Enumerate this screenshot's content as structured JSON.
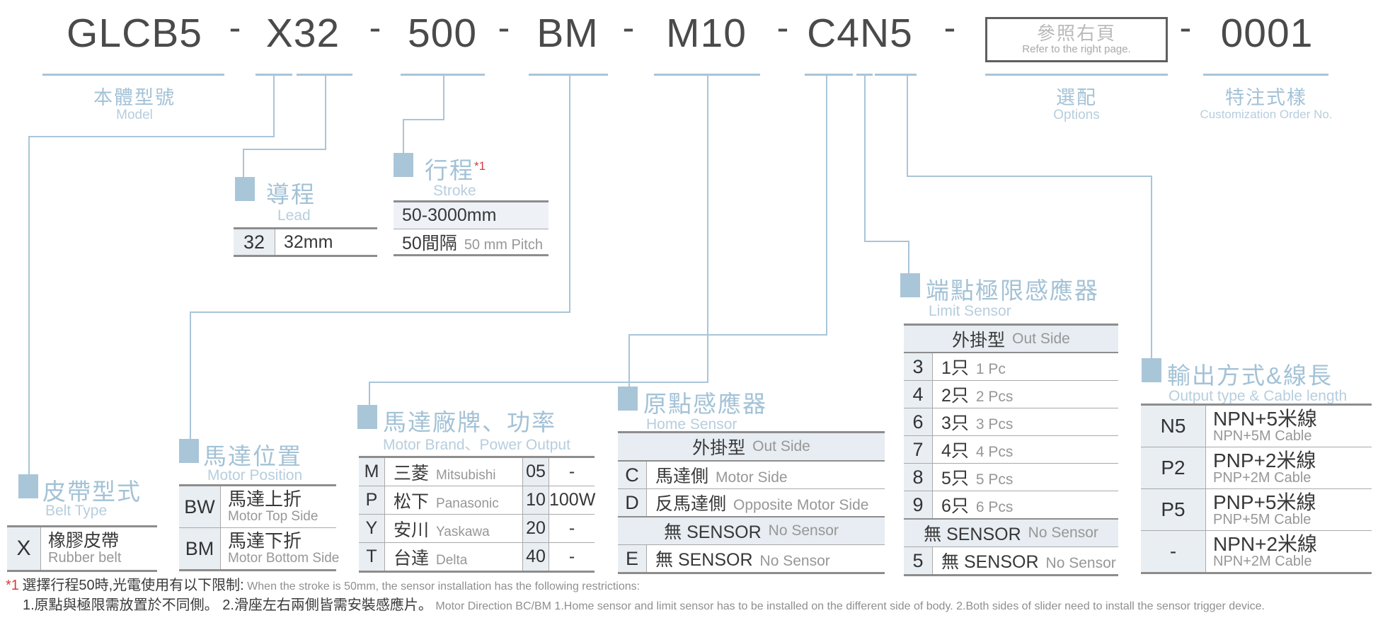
{
  "title": {
    "segments": [
      "GLCB5",
      "X32",
      "500",
      "BM",
      "M10",
      "C4N5",
      "0001"
    ],
    "separator": "-",
    "options_box": {
      "zh": "參照右頁",
      "en": "Refer to the right page."
    }
  },
  "top_labels": {
    "model": {
      "zh": "本體型號",
      "en": "Model"
    },
    "options": {
      "zh": "選配",
      "en": "Options"
    },
    "custom": {
      "zh": "特注式樣",
      "en": "Customization Order No."
    }
  },
  "sections": {
    "belt_type": {
      "zh": "皮帶型式",
      "en": "Belt Type",
      "rows": [
        {
          "code": "X",
          "zh": "橡膠皮帶",
          "en": "Rubber belt"
        }
      ]
    },
    "motor_position": {
      "zh": "馬達位置",
      "en": "Motor Position",
      "rows": [
        {
          "code": "BW",
          "zh": "馬達上折",
          "en": "Motor Top Side"
        },
        {
          "code": "BM",
          "zh": "馬達下折",
          "en": "Motor Bottom Side"
        }
      ]
    },
    "lead": {
      "zh": "導程",
      "en": "Lead",
      "rows": [
        {
          "code": "32",
          "value": "32mm"
        }
      ]
    },
    "stroke": {
      "zh": "行程",
      "en": "Stroke",
      "footnote_ref": "*1",
      "range": "50-3000mm",
      "pitch_zh": "50間隔",
      "pitch_en": "50 mm Pitch"
    },
    "motor_brand": {
      "zh": "馬達廠牌、功率",
      "en": "Motor Brand、Power Output",
      "rows": [
        {
          "code": "M",
          "brand_zh": "三菱",
          "brand_en": "Mitsubishi",
          "pcode": "05",
          "power": "-"
        },
        {
          "code": "P",
          "brand_zh": "松下",
          "brand_en": "Panasonic",
          "pcode": "10",
          "power": "100W"
        },
        {
          "code": "Y",
          "brand_zh": "安川",
          "brand_en": "Yaskawa",
          "pcode": "20",
          "power": "-"
        },
        {
          "code": "T",
          "brand_zh": "台達",
          "brand_en": "Delta",
          "pcode": "40",
          "power": "-"
        }
      ]
    },
    "home_sensor": {
      "zh": "原點感應器",
      "en": "Home Sensor",
      "header": {
        "zh": "外掛型",
        "en": "Out Side"
      },
      "rows": [
        {
          "code": "C",
          "zh": "馬達側",
          "en": "Motor Side"
        },
        {
          "code": "D",
          "zh": "反馬達側",
          "en": "Opposite Motor Side"
        }
      ],
      "no_sensor_header": {
        "zh": "無 SENSOR",
        "en": "No Sensor"
      },
      "no_sensor_row": {
        "code": "E",
        "zh": "無 SENSOR",
        "en": "No Sensor"
      }
    },
    "limit_sensor": {
      "zh": "端點極限感應器",
      "en": "Limit Sensor",
      "header": {
        "zh": "外掛型",
        "en": "Out Side"
      },
      "rows": [
        {
          "code": "3",
          "zh": "1只",
          "en": "1 Pc"
        },
        {
          "code": "4",
          "zh": "2只",
          "en": "2 Pcs"
        },
        {
          "code": "6",
          "zh": "3只",
          "en": "3 Pcs"
        },
        {
          "code": "7",
          "zh": "4只",
          "en": "4 Pcs"
        },
        {
          "code": "8",
          "zh": "5只",
          "en": "5 Pcs"
        },
        {
          "code": "9",
          "zh": "6只",
          "en": "6 Pcs"
        }
      ],
      "no_sensor_header": {
        "zh": "無 SENSOR",
        "en": "No Sensor"
      },
      "no_sensor_row": {
        "code": "5",
        "zh": "無 SENSOR",
        "en": "No Sensor"
      }
    },
    "output": {
      "zh": "輸出方式&線長",
      "en": "Output type & Cable length",
      "rows": [
        {
          "code": "N5",
          "zh": "NPN+5米線",
          "en": "NPN+5M Cable"
        },
        {
          "code": "P2",
          "zh": "PNP+2米線",
          "en": "PNP+2M Cable"
        },
        {
          "code": "P5",
          "zh": "PNP+5米線",
          "en": "PNP+5M Cable"
        },
        {
          "code": "-",
          "zh": "NPN+2米線",
          "en": "NPN+2M Cable"
        }
      ]
    }
  },
  "footnote": {
    "marker": "*1",
    "line1_zh": "選擇行程50時,光電使用有以下限制:",
    "line1_en": "When the stroke is 50mm, the sensor installation has  the following restrictions:",
    "line2_zh": "1.原點與極限需放置於不同側。 2.滑座左右兩側皆需安裝感應片。",
    "line2_en": "Motor Direction BC/BM 1.Home sensor and limit sensor has to be installed on the different side of body.  2.Both sides of slider need to install the sensor trigger device."
  },
  "colors": {
    "accent_blue": "#a9c5d8",
    "title_gray": "#4a4a4a",
    "footnote_red": "#d43c3c"
  }
}
